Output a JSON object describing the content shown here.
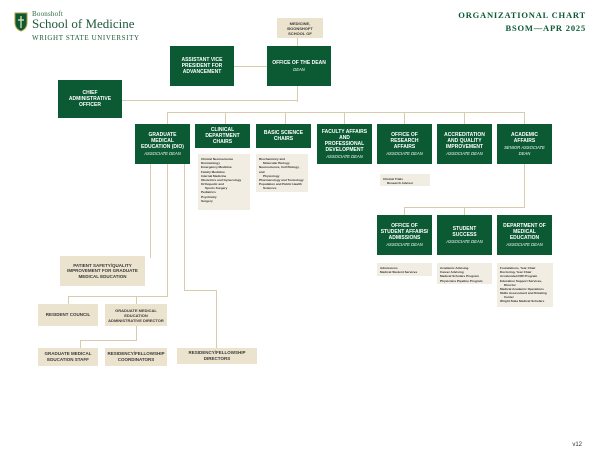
{
  "header": {
    "logo_small": "Boonshoft",
    "logo_big": "School of Medicine",
    "logo_university": "WRIGHT STATE UNIVERSITY",
    "title_line1": "ORGANIZATIONAL CHART",
    "title_line2": "BSOM—APR 2025"
  },
  "nodes": {
    "medicine_top": "MEDICINE, BOONSHOFT SCHOOL OF",
    "assistant_vp": "ASSISTANT VICE PRESIDENT FOR ADVANCEMENT",
    "office_dean": "OFFICE OF THE DEAN",
    "office_dean_sub": "DEAN",
    "cao": "CHIEF ADMINISTRATIVE OFFICER",
    "gme": "GRADUATE MEDICAL EDUCATION (DIO)",
    "gme_sub": "ASSOCIATE DEAN",
    "clinical": "CLINICAL DEPARTMENT CHAIRS",
    "basic": "BASIC SCIENCE CHAIRS",
    "faculty": "FACULTY AFFAIRS AND PROFESSIONAL DEVELOPMENT",
    "faculty_sub": "ASSOCIATE DEAN",
    "research": "OFFICE OF RESEARCH AFFAIRS",
    "research_sub": "ASSOCIATE DEAN",
    "accreditation": "ACCREDITATION AND QUALITY IMPROVEMENT",
    "accreditation_sub": "ASSOCIATE DEAN",
    "academic": "ACADEMIC AFFAIRS",
    "academic_sub": "SENIOR ASSOCIATE DEAN",
    "student_affairs": "OFFICE OF STUDENT AFFAIRS/ ADMISSIONS",
    "student_affairs_sub": "ASSOCIATE DEAN",
    "student_success": "STUDENT SUCCESS",
    "student_success_sub": "ASSOCIATE DEAN",
    "dme": "DEPARTMENT OF MEDICAL EDUCATION",
    "dme_sub": "ASSOCIATE DEAN",
    "patient_safety": "PATIENT SAFETY/QUALITY IMPROVEMENT FOR GRADUATE MEDICAL EDUCATION",
    "resident_council": "RESIDENT COUNCIL",
    "gme_admin": "GRADUATE MEDICAL EDUCATION ADMINISTRATIVE DIRECTOR",
    "gme_staff": "GRADUATE MEDICAL EDUCATION STAFF",
    "residency_coord": "RESIDENCY/FELLOWSHIP COORDINATORS",
    "residency_dir": "RESIDENCY/FELLOWSHIP DIRECTORS"
  },
  "lists": {
    "clinical": [
      "Clinical Neuroscience",
      "Dermatology",
      "Emergency Medicine",
      "Family Medicine",
      "Internal Medicine",
      "Obstetrics and Gynecology",
      "Orthopedic and",
      "Sports Surgery",
      "Pediatrics",
      "Psychiatry",
      "Surgery"
    ],
    "basic": [
      "Biochemistry and",
      "Molecular Biology",
      "Neuroscience, Cell Biology, and",
      "Physiology",
      "Pharmacology and Toxicology",
      "Population and Public Health",
      "Sciences"
    ],
    "research": [
      "Clinical Trials",
      "Research Advisor"
    ],
    "student_affairs": [
      "Admissions",
      "Medical Student Services"
    ],
    "student_success": [
      "Academic Advising",
      "Career Advising",
      "Medical Scholars Program",
      "Physicians Pipeline Program"
    ],
    "dme": [
      "Foundations, Year Chair",
      "Doctoring, Year Chair",
      "Accelerated DIR Program",
      "Education Support Services,",
      "Director",
      "Medical Academic Operations",
      "Skills Assessment and Rotating",
      "Center",
      "Wright State Medical Scholars"
    ]
  },
  "version": "v12"
}
